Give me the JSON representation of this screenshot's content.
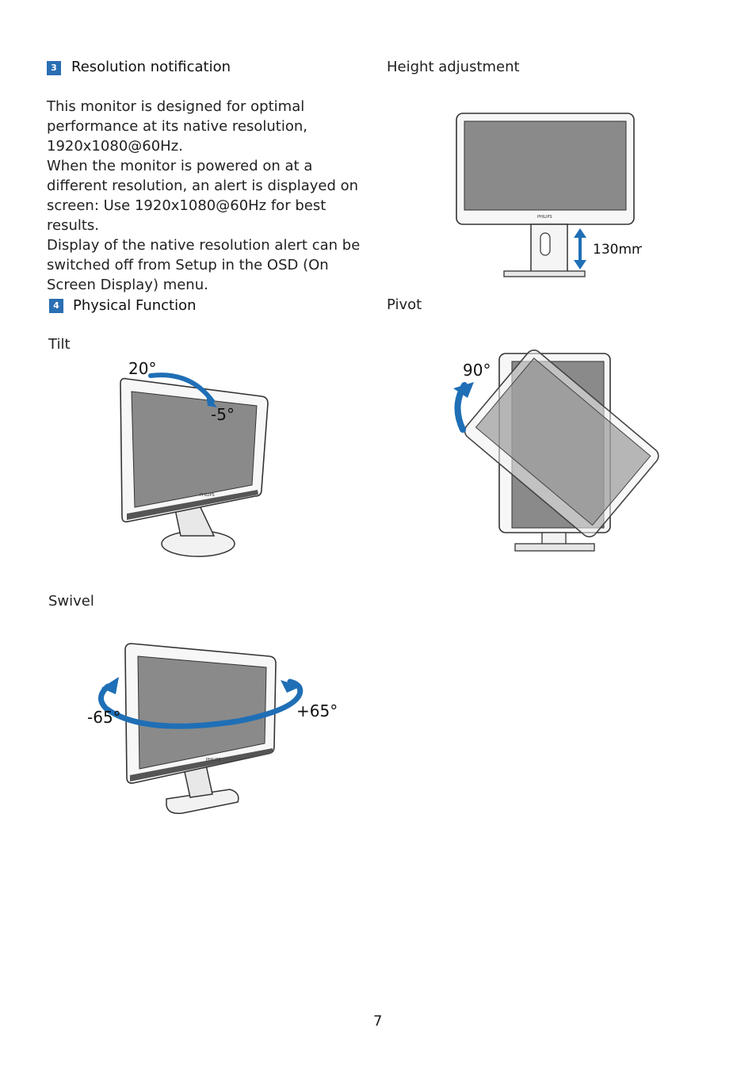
{
  "section3": {
    "number": "3",
    "title": "Resolution notification",
    "paragraphs": [
      "This monitor is designed for optimal performance at its native resolution, 1920x1080@60Hz.",
      "When the monitor is powered on at a different resolution, an alert is displayed on screen: Use 1920x1080@60Hz for best results.",
      "Display of the native resolution alert can be switched off from Setup in the OSD (On Screen Display) menu."
    ]
  },
  "section4": {
    "number": "4",
    "title": "Physical Function"
  },
  "tilt": {
    "label": "Tilt",
    "angle_up": "20°",
    "angle_down": "-5°"
  },
  "swivel": {
    "label": "Swivel",
    "angle_left": "-65°",
    "angle_right": "+65°"
  },
  "height": {
    "label": "Height adjustment",
    "value": "130mm"
  },
  "pivot": {
    "label": "Pivot",
    "angle": "90°"
  },
  "page_number": "7",
  "colors": {
    "accent_blue": "#1f6fb6",
    "section_badge": "#2a6eb3",
    "screen_gray": "#8a8a8a"
  }
}
